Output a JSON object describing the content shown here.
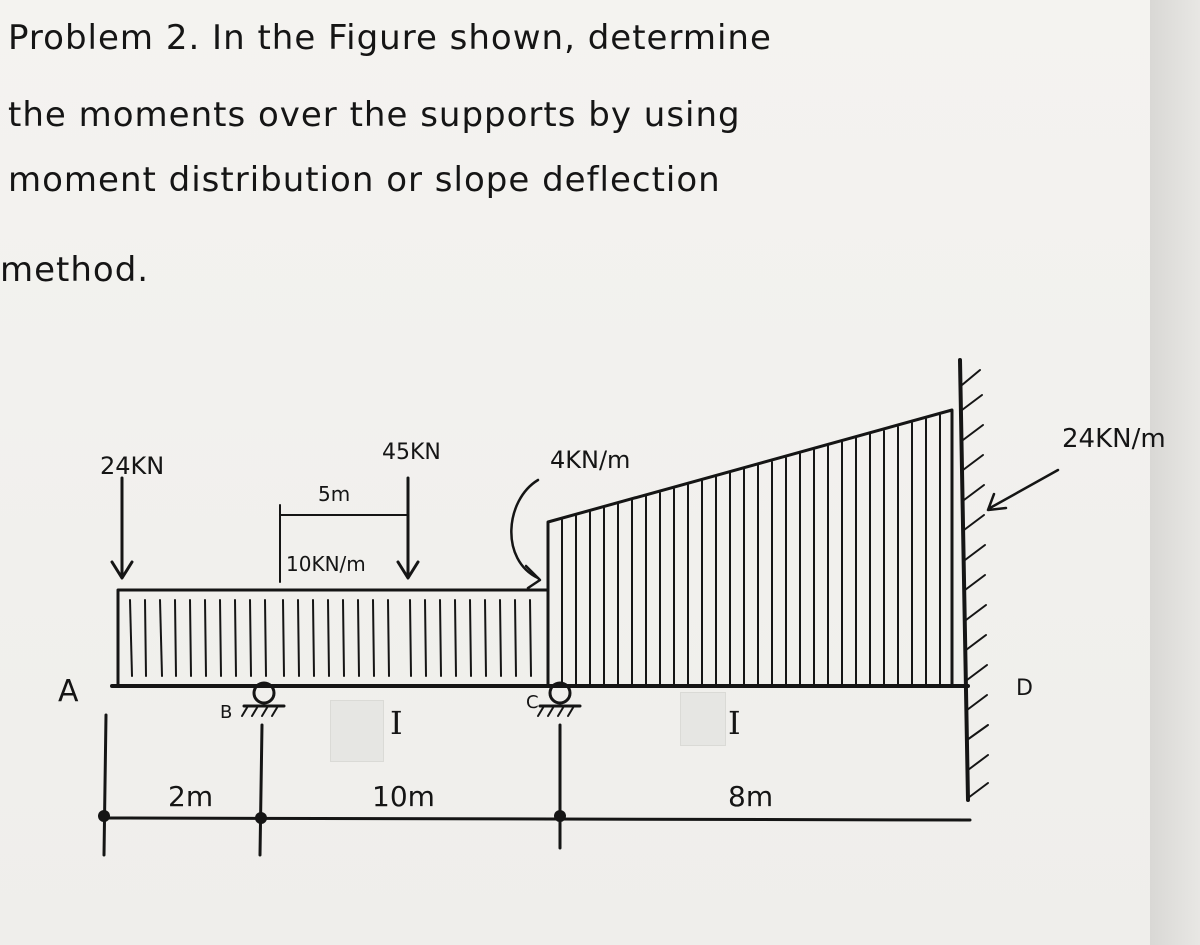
{
  "problem": {
    "line1": "Problem 2. In the Figure shown, determine",
    "line2": "the moments over the supports by using",
    "line3": "moment distribution or slope deflection",
    "line4": "method."
  },
  "diagram": {
    "load_24kN": "24KN",
    "load_45kN": "45KN",
    "dist_5m": "5m",
    "udl_10": "10KN/m",
    "load_4kNm": "4KN/m",
    "load_24kNm": "24KN/m",
    "point_A": "A",
    "point_B": "B",
    "point_C": "C",
    "point_D": "D",
    "inertia_1": "I",
    "inertia_2": "I",
    "span_AB": "2m",
    "span_BC": "10m",
    "span_CD": "8m"
  }
}
